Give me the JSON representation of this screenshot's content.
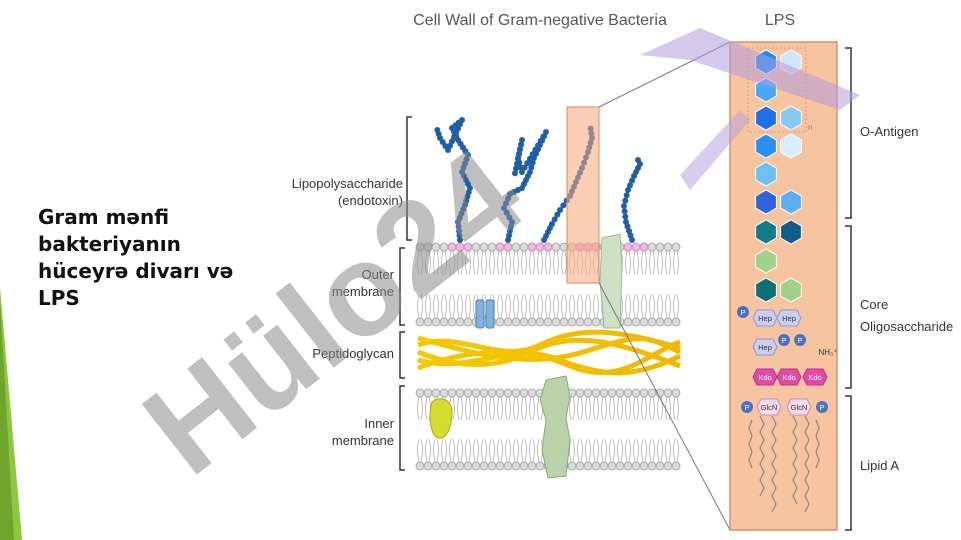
{
  "slide": {
    "title_lines": [
      "Gram mənfi",
      "bakteriyanın",
      "hüceyrə divarı və",
      "LPS"
    ]
  },
  "figure": {
    "title": "Cell Wall of Gram-negative Bacteria",
    "lps_title": "LPS",
    "left_labels": {
      "lps": [
        "Lipopolysaccharide",
        "(endotoxin)"
      ],
      "outer": [
        "Outer",
        "membrane"
      ],
      "pg": "Peptidoglycan",
      "inner": [
        "Inner",
        "membrane"
      ]
    },
    "right_labels": {
      "oantigen": "O-Antigen",
      "core": [
        "Core",
        "Oligosaccharide"
      ],
      "lipid": "Lipid A"
    },
    "sugars": {
      "hep": "Hep",
      "kdo": "Kdo",
      "glcn": "GlcN",
      "p": "P",
      "nh3": "NH₃⁺"
    },
    "watermark": "Hülo24"
  },
  "colors": {
    "accent_green": "#8dc63f",
    "lps_panel": "#f7c4a0",
    "chain_blue": "#1e5fa8",
    "kdo_pink": "#e04ba8",
    "peptidoglycan": "#f2c200"
  }
}
